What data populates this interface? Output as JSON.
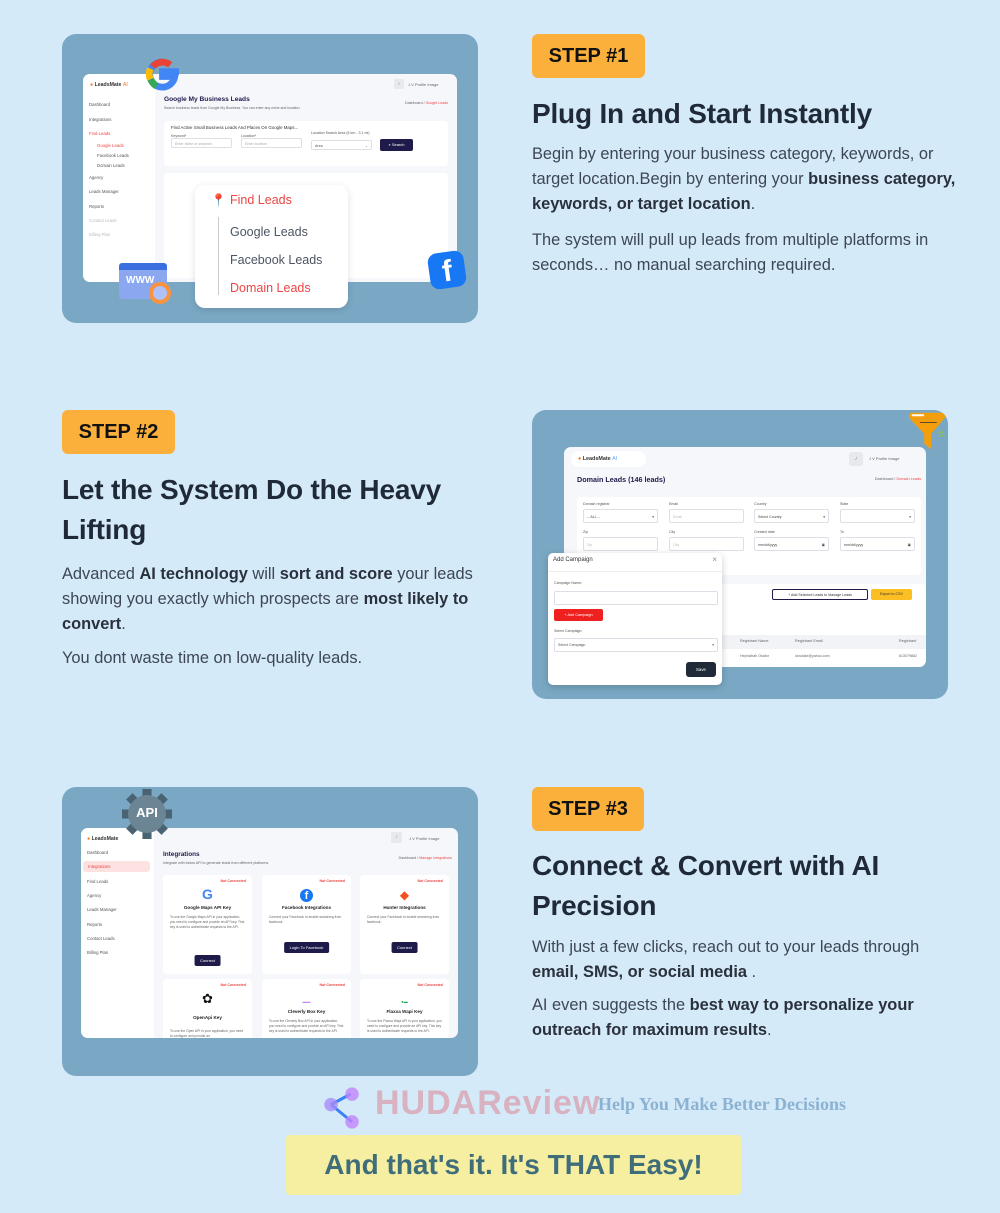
{
  "colors": {
    "page_bg": "#d5eaf8",
    "badge": "#fbb03b",
    "shot_bg": "#7aa8c4",
    "accent_red": "#ef4444",
    "navy": "#1e1b4b",
    "banner_bg": "#f6eea0",
    "banner_text": "#3f6e7a"
  },
  "step1": {
    "badge": "STEP #1",
    "title": "Plug In and Start Instantly",
    "p1": [
      "Begin by entering your business category, keywords, or target location.Begin by entering your ",
      "business category, keywords, or target location",
      "."
    ],
    "p2": "The system will pull up leads from multiple platforms in seconds… no manual searching required.",
    "shot": {
      "logo": "LeadsMate",
      "logo_ai": "AI",
      "user": "J V",
      "profile": "Profile Image",
      "sidebar": [
        "Dashboard",
        "Integrations",
        "Find Leads",
        "Google Leads",
        "Facebook Leads",
        "Domain Leads",
        "Agency",
        "Leads Manager",
        "Reports",
        "Contact Leads",
        "Billing Plan"
      ],
      "title": "Google My Business Leads",
      "subtitle": "Search business leads from Google My Business. You can enter any niche and location.",
      "breadcrumb": {
        "home": "Dashboard",
        "sep": "/",
        "current": "Google Leads"
      },
      "card_title": "Find Active Small Business Leads And Places On Google Maps...",
      "keyword_label": "Keyword*",
      "keyword_placeholder": "Enter niche or keyword",
      "location_label": "Location*",
      "location_placeholder": "Enter location",
      "area_label": "Location Search Area (5 km - 3.1 mi)",
      "area_value": "Area",
      "search": "Search",
      "popup": {
        "header": "Find Leads",
        "items": [
          "Google Leads",
          "Facebook Leads",
          "Domain Leads"
        ]
      },
      "icons": [
        "google-icon",
        "www-search-icon",
        "facebook-icon"
      ]
    }
  },
  "step2": {
    "badge": "STEP #2",
    "title1": "Let the System Do the Heavy",
    "title2": "Lifting",
    "p1": [
      "Advanced ",
      "AI technology",
      " will ",
      "sort and score",
      " your leads showing you exactly which prospects are ",
      "most likely to convert",
      "."
    ],
    "p2": "You dont waste time on low-quality leads.",
    "shot": {
      "logo": "LeadsMate",
      "logo_ai": "AI",
      "user": "J V",
      "profile": "Profile Image",
      "title": "Domain Leads (146 leads)",
      "breadcrumb": {
        "home": "Dashboard",
        "sep": "/",
        "current": "Domain Leads"
      },
      "filters": [
        {
          "label": "Domain registrar",
          "value": "-- ALL --",
          "type": "select"
        },
        {
          "label": "Email",
          "value": "Email",
          "type": "input"
        },
        {
          "label": "Country",
          "value": "Select Country",
          "type": "select"
        },
        {
          "label": "State",
          "value": "",
          "type": "select"
        },
        {
          "label": "Zip",
          "value": "Zip",
          "type": "input"
        },
        {
          "label": "City",
          "value": "City",
          "type": "input"
        },
        {
          "label": "Created date",
          "value": "mm/dd/yyyy",
          "type": "date"
        },
        {
          "label": "To",
          "value": "mm/dd/yyyy",
          "type": "date"
        }
      ],
      "add_selected": "+ Add Selected Leads to Manage Leads",
      "export": "Export to CSV",
      "columns": [
        "Registrant Name",
        "Registrant Email",
        "Registrant"
      ],
      "row": [
        "Hephzibah Okafor",
        "okrukike@yahoo.com",
        "813079882"
      ],
      "modal": {
        "title": "Add Campaign",
        "name_label": "Campaign Name:",
        "add_button": "+ Add Campaign",
        "select_label": "Select Campaign:",
        "select_value": "Select Campaign",
        "save": "Save"
      },
      "icons": [
        "funnel-icon"
      ]
    }
  },
  "step3": {
    "badge": "STEP #3",
    "title1": "Connect & Convert with AI",
    "title2": "Precision",
    "p1": [
      "With just a few clicks, reach out to your leads through ",
      "email, SMS, or social media",
      " ."
    ],
    "p2": [
      "AI even suggests the ",
      "best way to personalize your outreach for maximum results",
      "."
    ],
    "shot": {
      "logo": "LeadsMate",
      "user": "J V",
      "profile": "Profile Image",
      "sidebar": [
        "Dashboard",
        "Integrations",
        "Find Leads",
        "Agency",
        "Leads Manager",
        "Reports",
        "Contact Leads",
        "Billing Plan"
      ],
      "title": "Integrations",
      "subtitle": "Integrate with below API to generate leads from different platforms.",
      "breadcrumb": {
        "home": "Dashboard",
        "sep": "/",
        "current": "Manage Integrations"
      },
      "status": "Not Connected",
      "cards": [
        {
          "title": "Google Maps API Key",
          "desc": "To use the Google Maps API in your application, you need to configure and provide an API key. This key is used to authenticate requests to the API.",
          "button": "Connect",
          "icon": "google-icon"
        },
        {
          "title": "Facebook Integrations",
          "desc": "Connect your Facebook to enable searching from facebook.",
          "button": "Login To Facebook",
          "icon": "facebook-icon"
        },
        {
          "title": "Hunter Integrations",
          "desc": "Connect your Facebook to enable searching from facebook.",
          "button": "Connect",
          "icon": "hunter-icon"
        },
        {
          "title": "OpenApi Key",
          "desc": "To use the Open API in your application, you need to configure and provide an",
          "button": "",
          "icon": "openai-icon"
        },
        {
          "title": "Cleverly Box Key",
          "desc": "To use the Cleverly Box API in your application, you need to configure and provide an API key. This key is used to authenticate requests to the API.",
          "button": "",
          "icon": "cleverly-icon"
        },
        {
          "title": "Flaxxa Wapi Key",
          "desc": "To use the Flaxxa Wapi API in your application, you need to configure and provide an API key. This key is used to authenticate requests to the API.",
          "button": "",
          "icon": "flaxxa-icon"
        }
      ],
      "api_badge": "API"
    }
  },
  "watermark": {
    "brand": "HUDAReview",
    "tagline": "Help You Make Better Decisions"
  },
  "banner": "And that's it. It's THAT Easy!"
}
